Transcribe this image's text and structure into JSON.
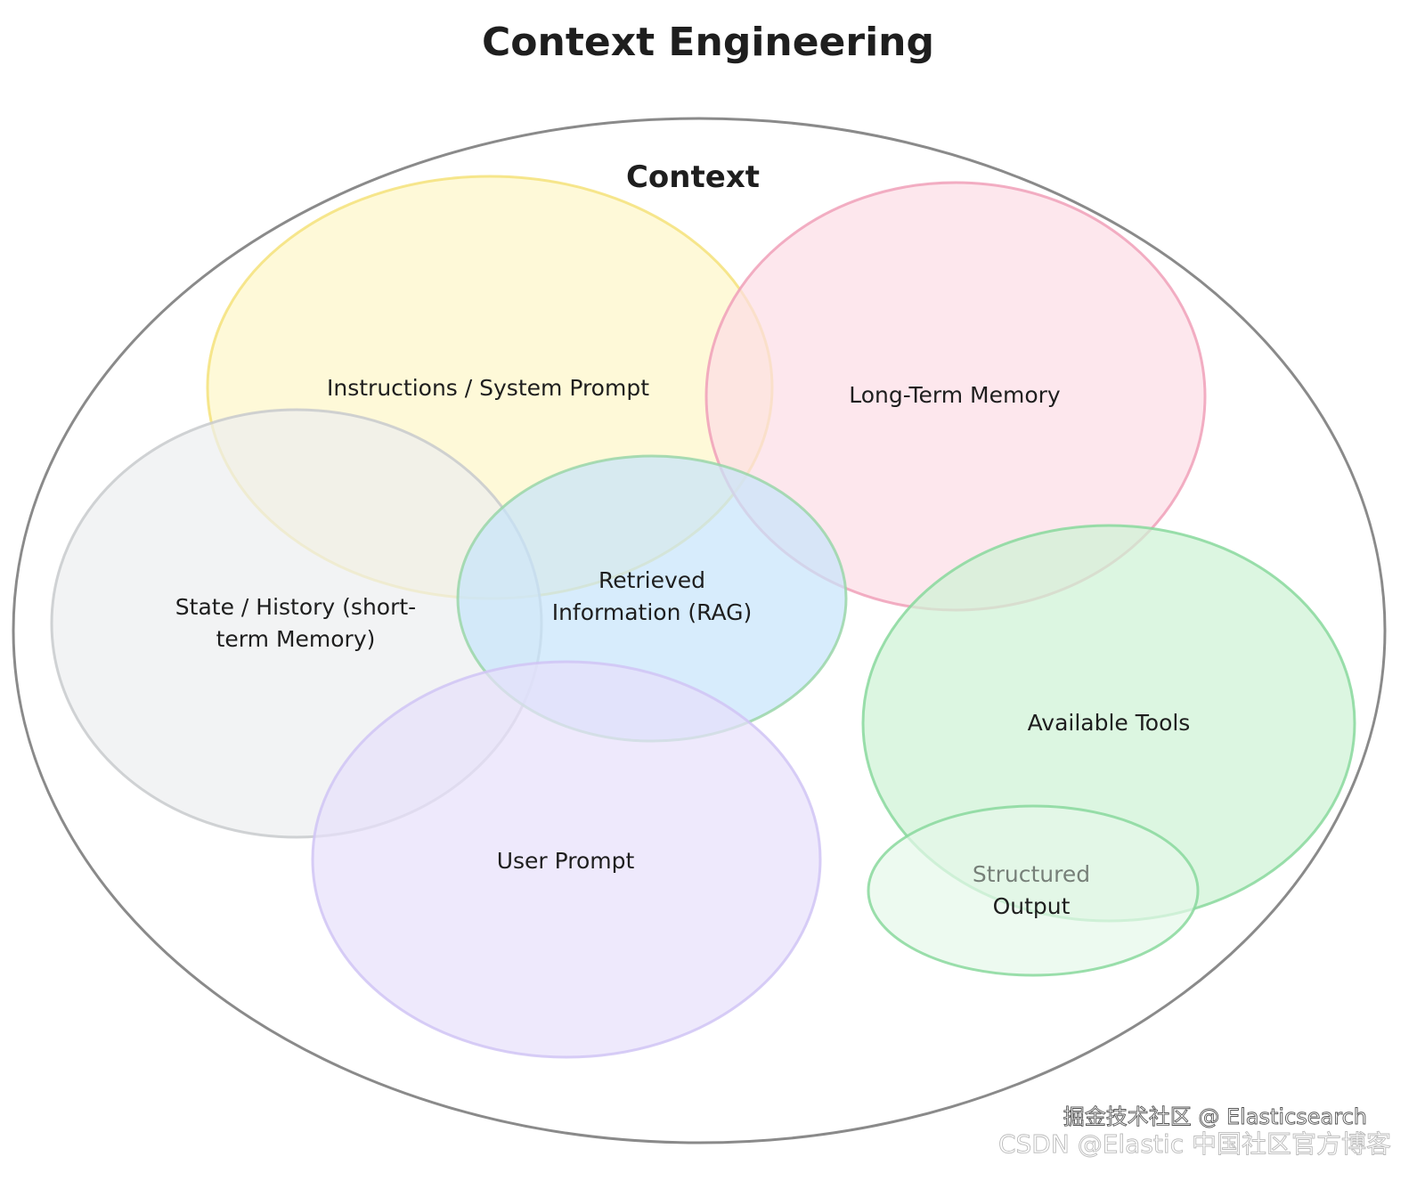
{
  "title": "Context Engineering",
  "container": {
    "label": "Context",
    "stroke": "#8a8a8a"
  },
  "components": [
    {
      "id": "instructions",
      "label": [
        "Instructions / System Prompt"
      ],
      "fill": "#fdf6c8",
      "stroke": "#f5e27a"
    },
    {
      "id": "long-term-memory",
      "label": [
        "Long-Term Memory"
      ],
      "fill": "#fcdde6",
      "stroke": "#f0a0b8"
    },
    {
      "id": "state-history",
      "label": [
        "State / History (short-",
        "term Memory)"
      ],
      "fill": "#eceef0",
      "stroke": "#c8cacc"
    },
    {
      "id": "rag",
      "label": [
        "Retrieved",
        "Information (RAG)"
      ],
      "fill": "#c6e4fb",
      "stroke": "#9ad6a8"
    },
    {
      "id": "user-prompt",
      "label": [
        "User Prompt"
      ],
      "fill": "#e7e0fb",
      "stroke": "#d0c4f4"
    },
    {
      "id": "available-tools",
      "label": [
        "Available Tools"
      ],
      "fill": "#cdf2d4",
      "stroke": "#88d89c"
    },
    {
      "id": "structured-output",
      "label": [
        "Structured",
        "Output"
      ],
      "fill": "#e6f8ea",
      "stroke": "#88d89c"
    }
  ],
  "watermarks": [
    "掘金技术社区 @ Elasticsearch",
    "CSDN @Elastic 中国社区官方博客"
  ]
}
